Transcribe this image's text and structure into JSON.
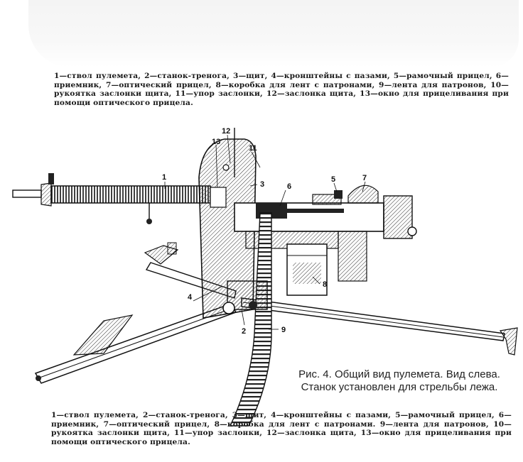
{
  "legend_top": "1—ствол пулемета, 2—станок-тренога, 3—щит, 4—кронштейны с пазами, 5—рамочный прицел, 6—приемник, 7—оптический прицел, 8—коробка для лент с патронами, 9—лента для патронов, 10—рукоятка заслонки щита, 11—упор заслонки, 12—заслонка щита, 13—окно для прицеливания при помощи оптического прицела.",
  "caption": "Рис. 4. Общий вид пулемета. Вид слева. Станок установлен для стрельбы лежа.",
  "legend_bottom": "1—ствол пулемета, 2—станок-тренога, 3—щит, 4—кронштейны с пазами, 5—рамочный прицел, 6—приемник, 7—оптический прицел, 8—коробка для лент с патронами. 9—лента для патронов, 10—рукоятка заслонки щита, 11—упор заслонки, 12—заслонка щита, 13—окно для прицеливания при помощи оптического прицела.",
  "callouts": {
    "c1": "1",
    "c2": "2",
    "c3": "3",
    "c4": "4",
    "c5": "5",
    "c6": "6",
    "c7": "7",
    "c8": "8",
    "c9": "9",
    "c11": "11",
    "c12": "12",
    "c13": "13"
  }
}
